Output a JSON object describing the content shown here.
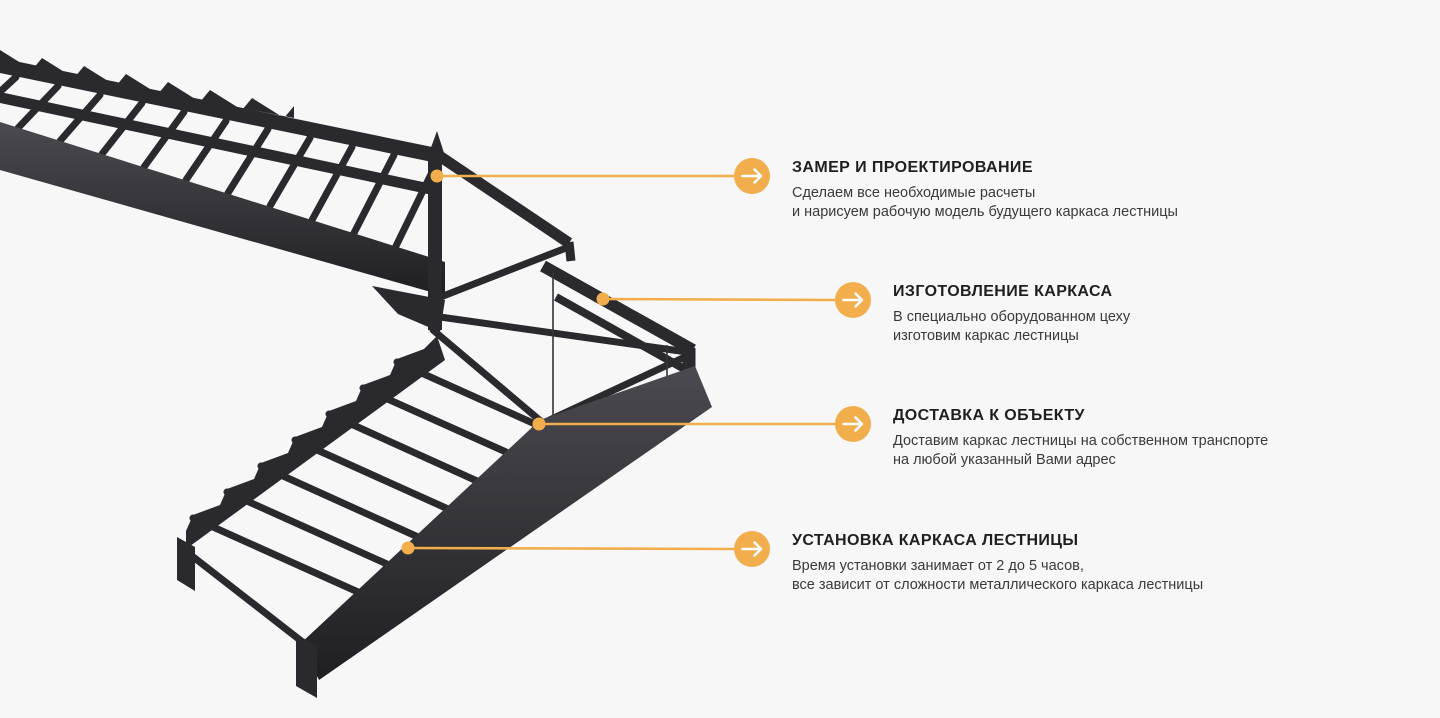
{
  "theme": {
    "background": "#f7f7f8",
    "accent": "#f2ae4c",
    "metal": "#2a2a2e",
    "title_color": "#1f1f1f",
    "body_color": "#3a3a3a"
  },
  "illustration": {
    "alt": "3D render of a black metal staircase frame with a quarter-turn landing, upper flight going to the top left and lower flight descending to the bottom left"
  },
  "steps": [
    {
      "title": "ЗАМЕР И ПРОЕКТИРОВАНИЕ",
      "line1": "Сделаем все необходимые расчеты",
      "line2": "и нарисуем рабочую модель будущего каркаса лестницы"
    },
    {
      "title": "ИЗГОТОВЛЕНИЕ КАРКАСА",
      "line1": "В специально оборудованном цеху",
      "line2": "изготовим каркас лестницы"
    },
    {
      "title": "ДОСТАВКА К ОБЪЕКТУ",
      "line1": "Доставим каркас лестницы на собственном транспорте",
      "line2": "на любой указанный Вами адрес"
    },
    {
      "title": "УСТАНОВКА КАРКАСА ЛЕСТНИЦЫ",
      "line1": "Время установки занимает от 2 до 5 часов,",
      "line2": "все зависит от сложности металлического каркаса лестницы"
    }
  ]
}
